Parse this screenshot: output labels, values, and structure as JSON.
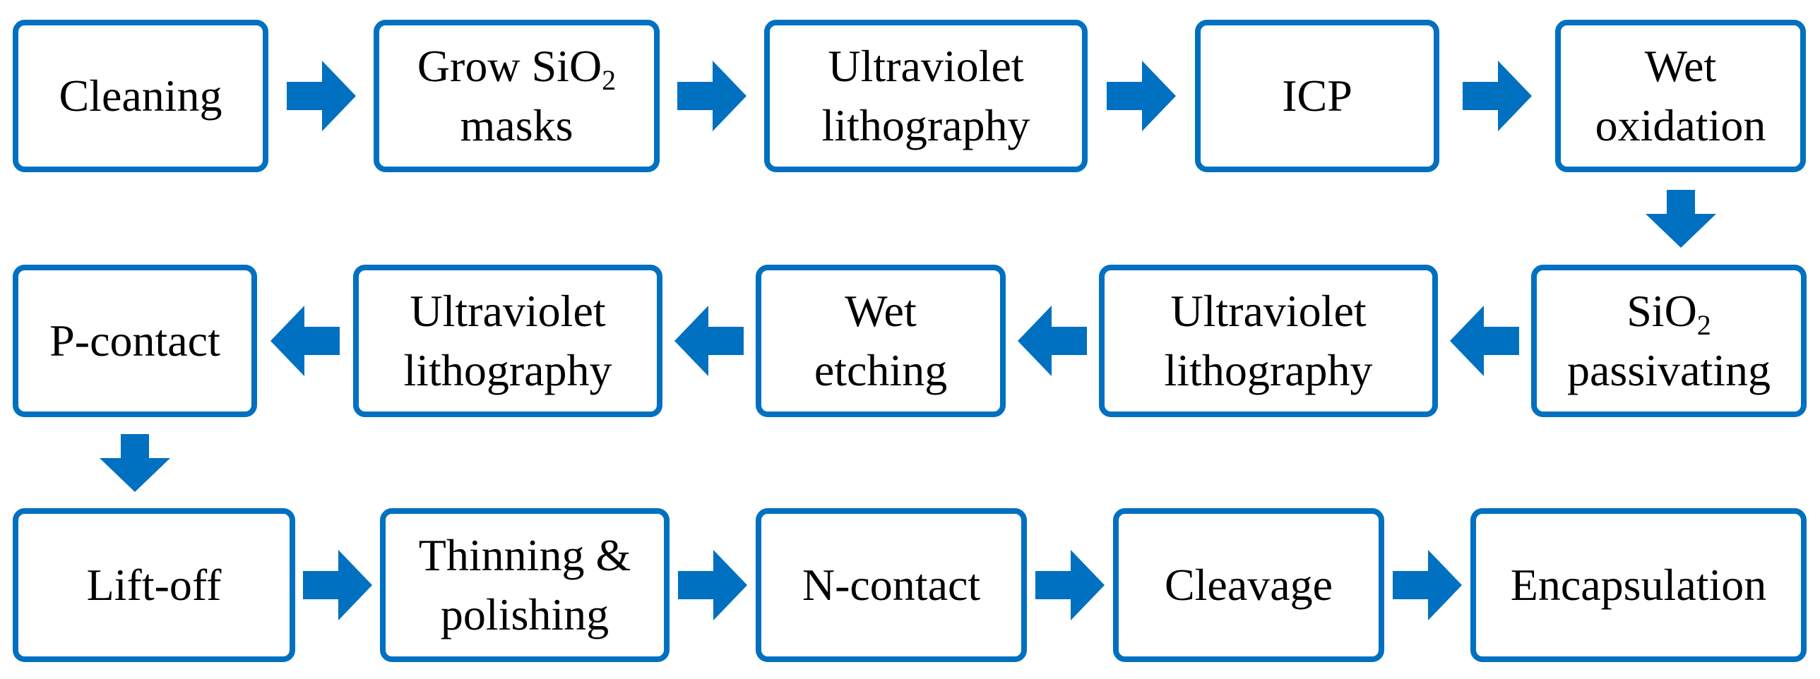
{
  "colors": {
    "accent": "#0070c0",
    "box_fill": "#ffffff",
    "text": "#000000"
  },
  "steps": [
    {
      "id": "cleaning",
      "lines": [
        "Cleaning"
      ]
    },
    {
      "id": "grow-sio2-masks",
      "lines": [
        "Grow SiO",
        "masks"
      ],
      "subscript": "2"
    },
    {
      "id": "ultraviolet-lithography-1",
      "lines": [
        "Ultraviolet",
        "lithography"
      ]
    },
    {
      "id": "icp",
      "lines": [
        "ICP"
      ]
    },
    {
      "id": "wet-oxidation",
      "lines": [
        "Wet",
        "oxidation"
      ]
    },
    {
      "id": "sio2-passivating",
      "lines": [
        "SiO",
        "passivating"
      ],
      "subscript": "2"
    },
    {
      "id": "ultraviolet-lithography-2",
      "lines": [
        "Ultraviolet",
        "lithography"
      ]
    },
    {
      "id": "wet-etching",
      "lines": [
        "Wet",
        "etching"
      ]
    },
    {
      "id": "ultraviolet-lithography-3",
      "lines": [
        "Ultraviolet",
        "lithography"
      ]
    },
    {
      "id": "p-contact",
      "lines": [
        "P-contact"
      ]
    },
    {
      "id": "lift-off",
      "lines": [
        "Lift-off"
      ]
    },
    {
      "id": "thinning-polishing",
      "lines": [
        "Thinning &",
        "polishing"
      ]
    },
    {
      "id": "n-contact",
      "lines": [
        "N-contact"
      ]
    },
    {
      "id": "cleavage",
      "lines": [
        "Cleavage"
      ]
    },
    {
      "id": "encapsulation",
      "lines": [
        "Encapsulation"
      ]
    }
  ],
  "arrows": [
    {
      "from": "cleaning",
      "to": "grow-sio2-masks",
      "direction": "right"
    },
    {
      "from": "grow-sio2-masks",
      "to": "ultraviolet-lithography-1",
      "direction": "right"
    },
    {
      "from": "ultraviolet-lithography-1",
      "to": "icp",
      "direction": "right"
    },
    {
      "from": "icp",
      "to": "wet-oxidation",
      "direction": "right"
    },
    {
      "from": "wet-oxidation",
      "to": "sio2-passivating",
      "direction": "down"
    },
    {
      "from": "sio2-passivating",
      "to": "ultraviolet-lithography-2",
      "direction": "left"
    },
    {
      "from": "ultraviolet-lithography-2",
      "to": "wet-etching",
      "direction": "left"
    },
    {
      "from": "wet-etching",
      "to": "ultraviolet-lithography-3",
      "direction": "left"
    },
    {
      "from": "ultraviolet-lithography-3",
      "to": "p-contact",
      "direction": "left"
    },
    {
      "from": "p-contact",
      "to": "lift-off",
      "direction": "down"
    },
    {
      "from": "lift-off",
      "to": "thinning-polishing",
      "direction": "right"
    },
    {
      "from": "thinning-polishing",
      "to": "n-contact",
      "direction": "right"
    },
    {
      "from": "n-contact",
      "to": "cleavage",
      "direction": "right"
    },
    {
      "from": "cleavage",
      "to": "encapsulation",
      "direction": "right"
    }
  ]
}
